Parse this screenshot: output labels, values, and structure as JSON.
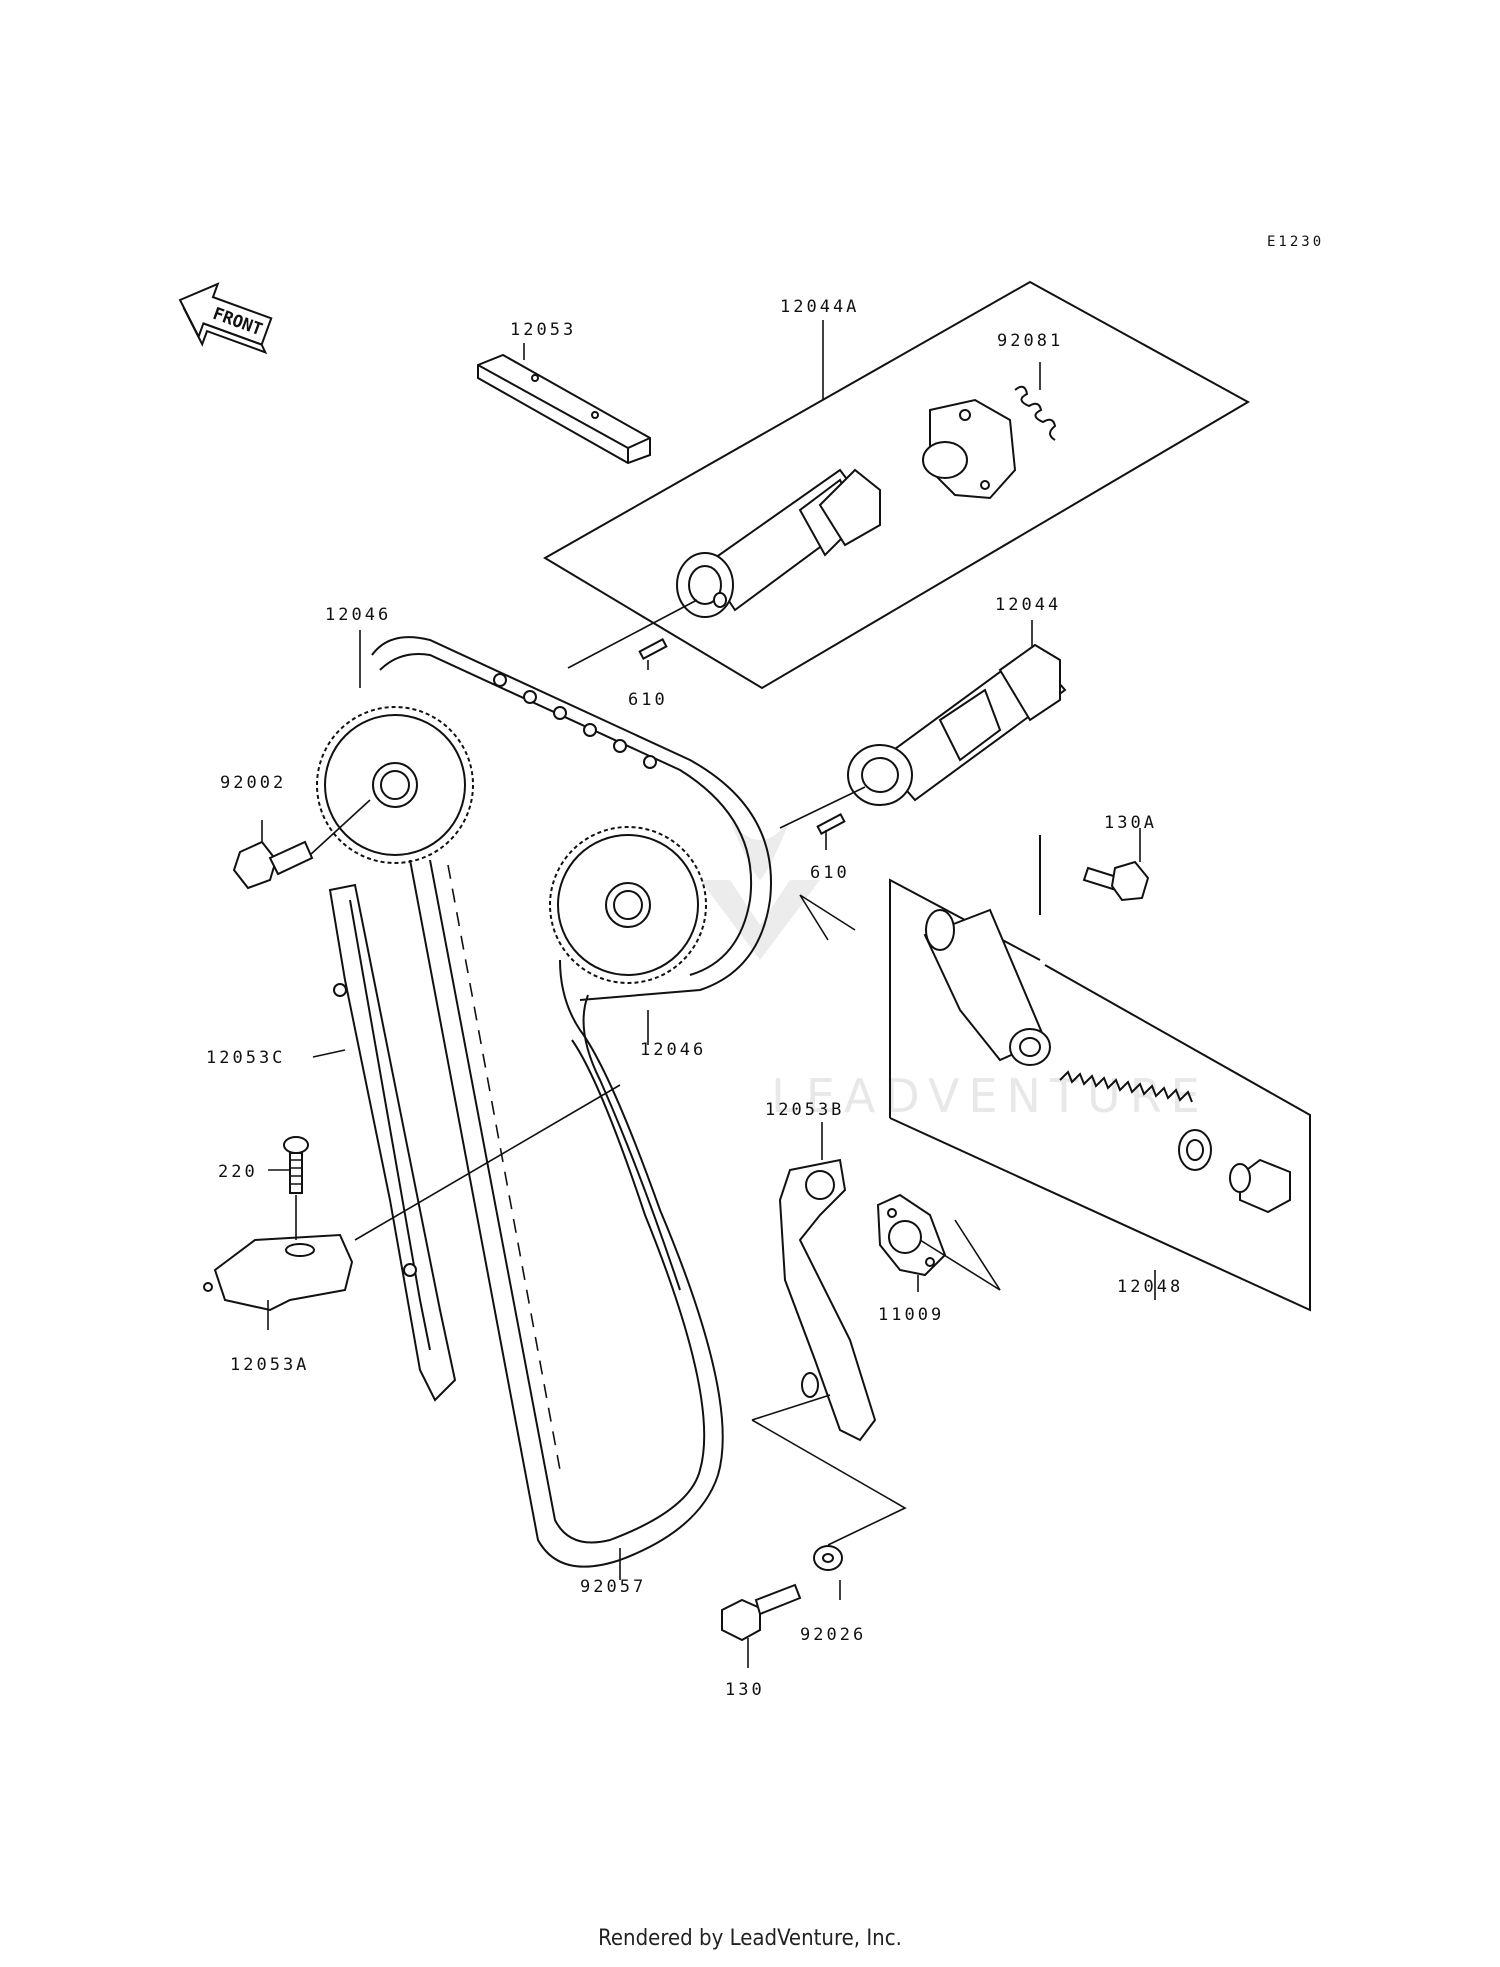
{
  "diagram": {
    "code": "E1230",
    "front_label": "FRONT",
    "watermark": "LEADVENTURE",
    "footer": "Rendered by LeadVenture, Inc.",
    "parts": [
      {
        "id": "p12053",
        "label": "12053"
      },
      {
        "id": "p12044A",
        "label": "12044A"
      },
      {
        "id": "p92081",
        "label": "92081"
      },
      {
        "id": "p12046a",
        "label": "12046"
      },
      {
        "id": "p12044",
        "label": "12044"
      },
      {
        "id": "p610a",
        "label": "610"
      },
      {
        "id": "p92002",
        "label": "92002"
      },
      {
        "id": "p610b",
        "label": "610"
      },
      {
        "id": "p130A",
        "label": "130A"
      },
      {
        "id": "p12053C",
        "label": "12053C"
      },
      {
        "id": "p12046b",
        "label": "12046"
      },
      {
        "id": "p12053B",
        "label": "12053B"
      },
      {
        "id": "p220",
        "label": "220"
      },
      {
        "id": "p11009",
        "label": "11009"
      },
      {
        "id": "p12048",
        "label": "12048"
      },
      {
        "id": "p12053A",
        "label": "12053A"
      },
      {
        "id": "p92057",
        "label": "92057"
      },
      {
        "id": "p92026",
        "label": "92026"
      },
      {
        "id": "p130",
        "label": "130"
      }
    ]
  }
}
